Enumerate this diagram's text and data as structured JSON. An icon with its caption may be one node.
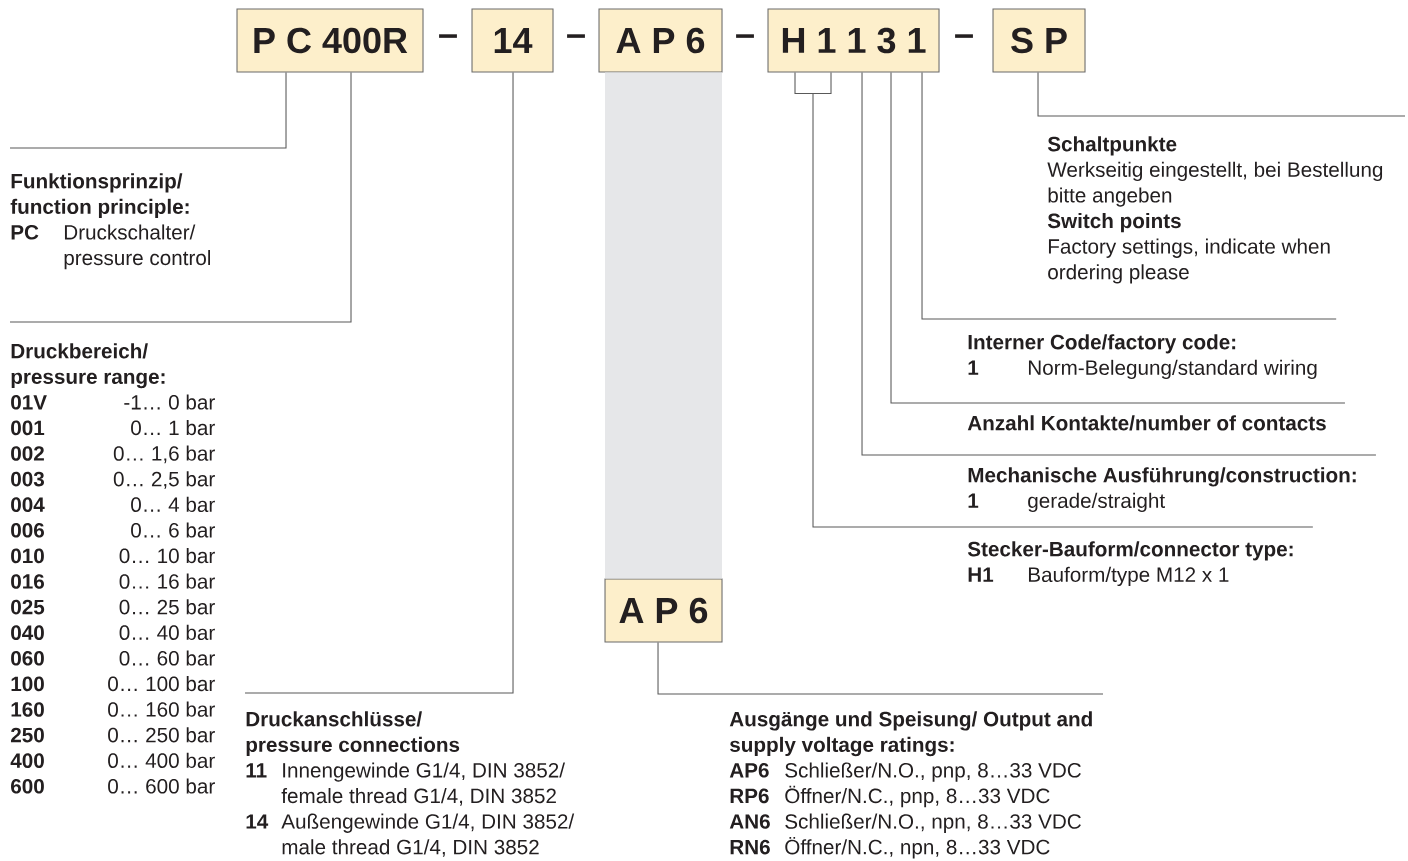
{
  "diagram": {
    "nodes": [
      {
        "text": [
          "P C 400R"
        ]
      },
      {
        "text": [
          "14"
        ]
      },
      {
        "text": [
          "A P 6"
        ]
      },
      {
        "text": [
          "H 1 1 3 1"
        ]
      },
      {
        "text": [
          "S P"
        ]
      },
      {
        "text": [
          "A P 6"
        ]
      },
      {
        "text": [
          "Funktionsprinzip/ function principle:",
          "PC",
          "Druckschalter/ pressure control"
        ]
      },
      {
        "text": [
          "Druckbereich/ pressure range:",
          "01V",
          "-1… 0 bar",
          "001",
          "0… 1 bar",
          "002",
          "0… 1,6 bar",
          "003",
          "0… 2,5 bar",
          "004",
          "0… 4 bar",
          "006",
          "0… 6 bar",
          "010",
          "0… 10 bar",
          "016",
          "0… 16 bar",
          "025",
          "0… 25 bar",
          "040",
          "0… 40 bar",
          "060",
          "0… 60 bar",
          "100",
          "0… 100 bar",
          "160",
          "0… 160 bar",
          "250",
          "0… 250 bar",
          "400",
          "0… 400 bar",
          "600",
          "0… 600 bar"
        ]
      },
      {
        "text": [
          "Druckanschlüsse/ pressure connections",
          "11",
          "Innengewinde G1/4, DIN 3852/ female thread G1/4, DIN 3852",
          "14",
          "Außengewinde G1/4, DIN 3852/ male thread G1/4, DIN 3852"
        ]
      },
      {
        "text": [
          "Schaltpunkte",
          "Werkseitig eingestellt, bei Bestellung bitte angeben",
          "Switch points",
          "Factory settings, indicate when ordering please"
        ]
      },
      {
        "text": [
          "Interner Code/factory code:",
          "1",
          "Norm-Belegung/standard wiring"
        ]
      },
      {
        "text": [
          "Anzahl Kontakte/number of contacts"
        ]
      },
      {
        "text": [
          "Mechanische Ausführung/construction:",
          "1",
          "gerade/straight"
        ]
      },
      {
        "text": [
          "Stecker-Bauform/connector type:",
          "H1",
          "Bauform/type M12 x 1"
        ]
      },
      {
        "text": [
          "Ausgänge und Speisung/ Output and supply voltage ratings:",
          "AP6",
          "Schließer/N.O., pnp, 8…33 VDC",
          "RP6",
          "Öffner/N.C., pnp, 8…33 VDC",
          "AN6",
          "Schließer/N.O., npn, 8…33 VDC",
          "RN6",
          "Öffner/N.C., npn, 8…33 VDC"
        ]
      }
    ],
    "edges": [
      {
        "from": 0,
        "to": 6,
        "arrow": "none"
      },
      {
        "from": 0,
        "to": 7,
        "arrow": "none"
      },
      {
        "from": 1,
        "to": 8,
        "arrow": "none"
      },
      {
        "from": 2,
        "to": 5,
        "arrow": "none",
        "style": "thick",
        "color": "#e6e7e9"
      },
      {
        "from": 3,
        "to": 13,
        "arrow": "none"
      },
      {
        "from": 3,
        "to": 12,
        "arrow": "none"
      },
      {
        "from": 3,
        "to": 11,
        "arrow": "none"
      },
      {
        "from": 3,
        "to": 10,
        "arrow": "none"
      },
      {
        "from": 4,
        "to": 9,
        "arrow": "none"
      },
      {
        "from": 5,
        "to": 14,
        "arrow": "none"
      }
    ],
    "labels": [
      "–",
      "–",
      "–",
      "–"
    ]
  }
}
